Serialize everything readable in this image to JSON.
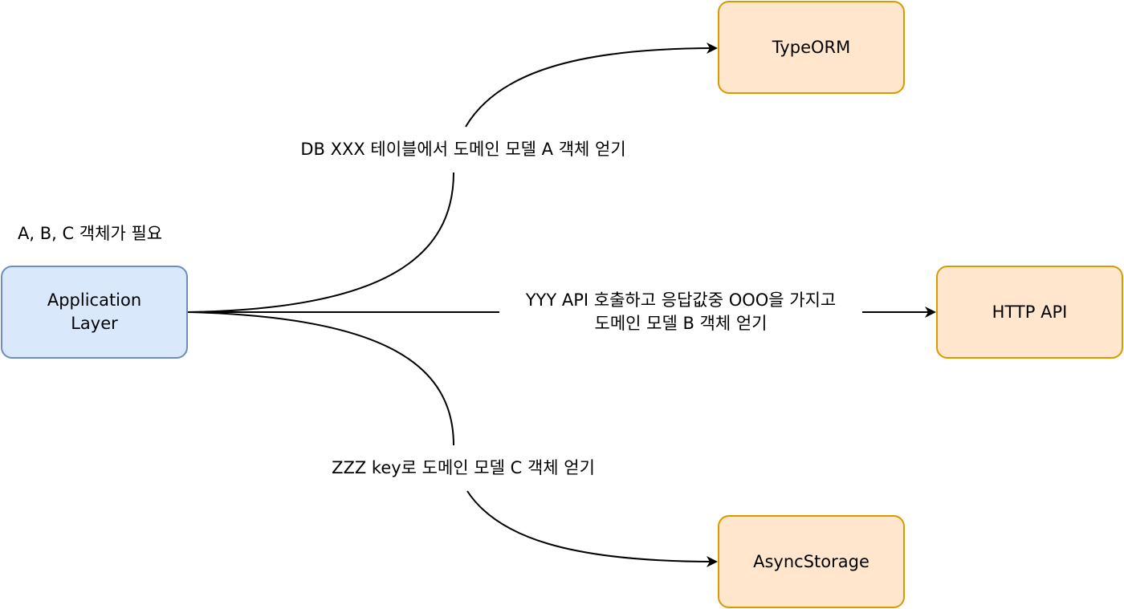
{
  "nodes": {
    "application": {
      "label": "Application\nLayer"
    },
    "typeorm": {
      "label": "TypeORM"
    },
    "http_api": {
      "label": "HTTP API"
    },
    "async_storage": {
      "label": "AsyncStorage"
    }
  },
  "edges": {
    "to_typeorm": {
      "label": "DB XXX 테이블에서 도메인 모델 A 객체 얻기"
    },
    "to_http_api": {
      "label": "YYY API 호출하고 응답값중 OOO을 가지고\n도메인 모델 B 객체 얻기"
    },
    "to_async_storage": {
      "label": "ZZZ key로 도메인 모델 C 객체 얻기"
    }
  },
  "note": {
    "text": "A, B, C 객체가 필요"
  },
  "colors": {
    "app_fill": "#dae8fc",
    "app_stroke": "#6c8ebf",
    "target_fill": "#ffe6cc",
    "target_stroke": "#d79b00",
    "edge": "#000000"
  }
}
